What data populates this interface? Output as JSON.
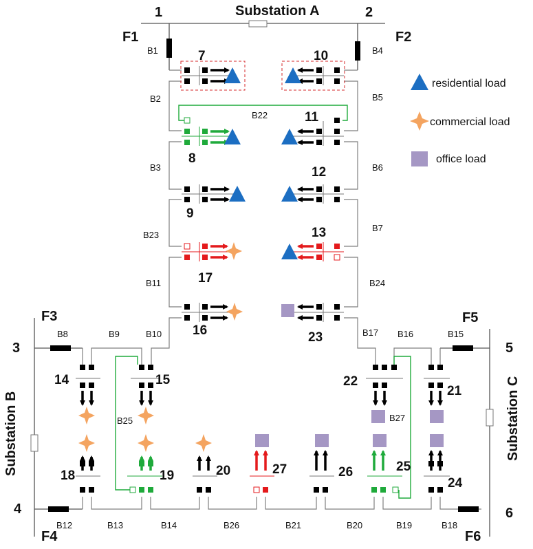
{
  "substations": {
    "a": "Substation A",
    "b": "Substation B",
    "c": "Substation C"
  },
  "feeders": [
    "F1",
    "F2",
    "F3",
    "F4",
    "F5",
    "F6"
  ],
  "terminals": [
    "1",
    "2",
    "3",
    "4",
    "5",
    "6"
  ],
  "branches": [
    "B1",
    "B2",
    "B3",
    "B4",
    "B5",
    "B6",
    "B7",
    "B8",
    "B9",
    "B10",
    "B11",
    "B12",
    "B13",
    "B14",
    "B15",
    "B16",
    "B17",
    "B18",
    "B19",
    "B20",
    "B21",
    "B22",
    "B23",
    "B24",
    "B25",
    "B26",
    "B27"
  ],
  "nodes": [
    "7",
    "8",
    "9",
    "10",
    "11",
    "12",
    "13",
    "14",
    "15",
    "16",
    "17",
    "18",
    "19",
    "20",
    "21",
    "22",
    "23",
    "24",
    "25",
    "26",
    "27"
  ],
  "legend": {
    "residential": "residential load",
    "commercial": "commercial load",
    "office": "office load"
  },
  "colors": {
    "line": "#7f7f7f",
    "switch": "#000000",
    "green": "#1faa3b",
    "red": "#e41a1c",
    "residential": "#1c6ec2",
    "commercial": "#f4a460",
    "office": "#a597c4",
    "dashed_box": "#d62728"
  }
}
